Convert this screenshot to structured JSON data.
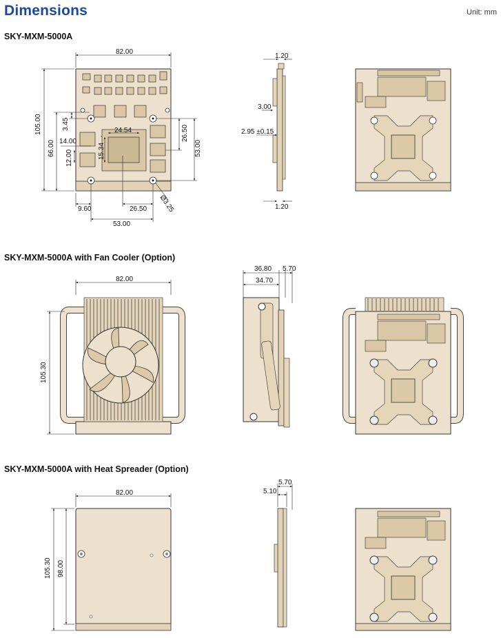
{
  "header": {
    "title": "Dimensions",
    "unit": "Unit: mm"
  },
  "sections": [
    {
      "title": "SKY-MXM-5000A",
      "dims": {
        "width": "82.00",
        "height": "105.00",
        "h66": "66.00",
        "d14": "14.00",
        "d12": "12.00",
        "d345": "3.45",
        "gpu": "24.54",
        "gpu_h": "15.34",
        "right_2650": "26.50",
        "right_53": "53.00",
        "bot_960": "9.60",
        "bot_2650": "26.50",
        "bot_53": "53.00",
        "hole": "Ø3.25",
        "side_top": "1.20",
        "side_300": "3.00",
        "side_295": "2.95 ±0.15",
        "side_bot": "1.20"
      }
    },
    {
      "title": "SKY-MXM-5000A with Fan Cooler (Option)",
      "dims": {
        "width": "82.00",
        "height": "105.30",
        "d3680": "36.80",
        "d570": "5.70",
        "d3470": "34.70"
      }
    },
    {
      "title": "SKY-MXM-5000A with Heat Spreader (Option)",
      "dims": {
        "width": "82.00",
        "height": "105.30",
        "h98": "98.00",
        "d570": "5.70",
        "d510": "5.10"
      }
    }
  ]
}
